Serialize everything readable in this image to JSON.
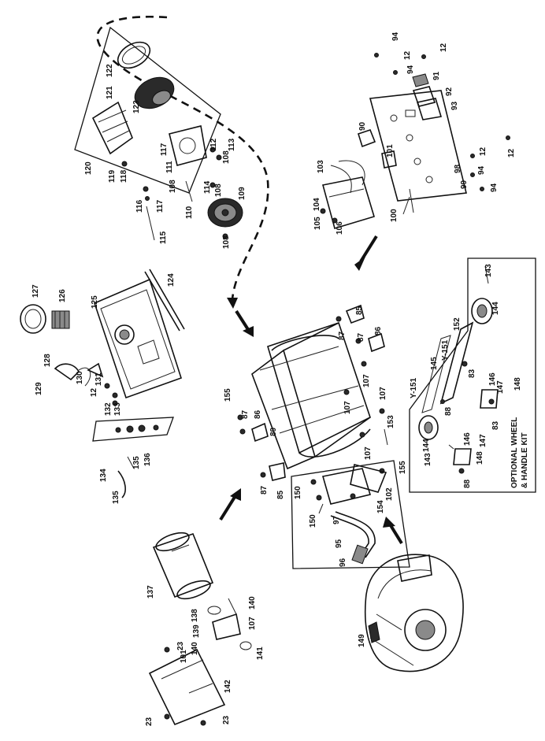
{
  "kit_title_line1": "OPTIONAL WHEEL",
  "kit_title_line2": "& HANDLE KIT",
  "callouts": {
    "p94a": "94",
    "p12a": "12",
    "p94b": "94",
    "p12b": "12",
    "p91": "91",
    "p92": "92",
    "p93": "93",
    "p90": "90",
    "p101": "101",
    "p103": "103",
    "p98": "98",
    "p99": "99",
    "p12c": "12",
    "p94c": "94",
    "p12d": "12",
    "p94d": "94",
    "p100": "100",
    "p104": "104",
    "p105": "105",
    "p106": "106",
    "p122": "122",
    "p121": "121",
    "p123": "123",
    "p120": "120",
    "p119": "119",
    "p118": "118",
    "p117a": "117",
    "p111": "111",
    "p112": "112",
    "p108a": "108",
    "p113": "113",
    "p116": "116",
    "p117b": "117",
    "p108b": "108",
    "p114": "114",
    "p108c": "108",
    "p110": "110",
    "p109": "109",
    "p115": "115",
    "p108d": "108",
    "p127": "127",
    "p126": "126",
    "p125": "125",
    "p124": "124",
    "p128": "128",
    "p130": "130",
    "p131": "131",
    "p129": "129",
    "p12e": "12",
    "p132": "132",
    "p133": "133",
    "p136": "136",
    "p135a": "135",
    "p134": "134",
    "p135b": "135",
    "p85a": "85",
    "p87a": "87",
    "p86a": "86",
    "p87b": "87",
    "p107a": "107",
    "p107b": "107",
    "p107c": "107",
    "p155a": "155",
    "p87c": "87",
    "p86b": "86",
    "p89": "89",
    "p107d": "107",
    "p87d": "87",
    "p85b": "85",
    "p153": "153",
    "p155b": "155",
    "p150a": "150",
    "p150b": "150",
    "p97": "97",
    "p154": "154",
    "p102": "102",
    "p95": "95",
    "p96": "96",
    "p143a": "143",
    "p144a": "144",
    "p152": "152",
    "p151a": "Y-151",
    "p145": "145",
    "p83a": "83",
    "p151b": "Y-151",
    "p88a": "88",
    "p144b": "144",
    "p146a": "146",
    "p147a": "147",
    "p148a": "148",
    "p83b": "83",
    "p143b": "143",
    "p146b": "146",
    "p147b": "147",
    "p148b": "148",
    "p88b": "88",
    "p137": "137",
    "p138": "138",
    "p140a": "140",
    "p139": "139",
    "p107e": "107",
    "p140b": "140",
    "p101b": "101",
    "p141": "141",
    "p23a": "23",
    "p142": "142",
    "p23b": "23",
    "p23c": "23",
    "p149": "149"
  }
}
